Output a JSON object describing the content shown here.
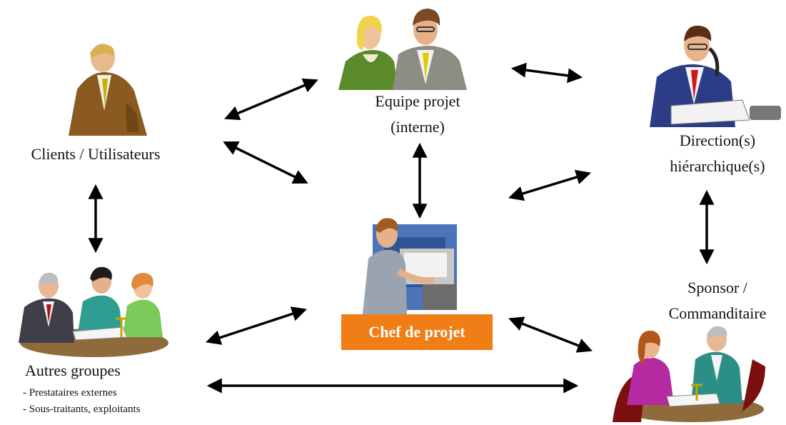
{
  "nodes": {
    "clients": {
      "label": "Clients / Utilisateurs"
    },
    "equipe": {
      "line1": "Equipe projet",
      "line2": "(interne)"
    },
    "direction": {
      "line1": "Direction(s)",
      "line2": "hiérarchique(s)"
    },
    "sponsor": {
      "line1": "Sponsor /",
      "line2": "Commanditaire"
    },
    "autres": {
      "label": "Autres groupes",
      "details": [
        "- Prestataires externes",
        "- Sous-traitants, exploitants"
      ]
    },
    "chef": {
      "label": "Chef de projet"
    }
  },
  "colors": {
    "chef_box": "#f07d16",
    "arrow": "#000000"
  },
  "icons": [
    "client-person-icon",
    "project-team-icon",
    "director-icon",
    "project-manager-icon",
    "other-groups-meeting-icon",
    "sponsor-meeting-icon"
  ]
}
